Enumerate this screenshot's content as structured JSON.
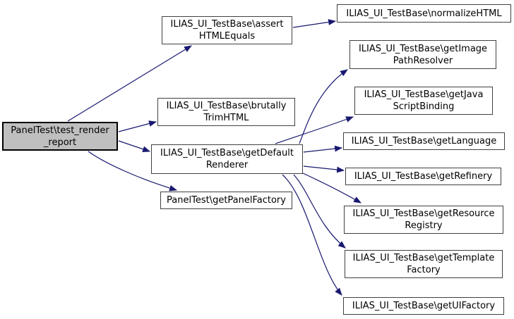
{
  "diagram": {
    "type": "call-graph",
    "background_color": "#ffffff",
    "edge_color": "#191970",
    "node_border_color": "#404040",
    "highlighted_node_fill": "#bfbfbf",
    "nodes": {
      "test_render_report": {
        "label": "PanelTest\\test_render_report",
        "lines": [
          "PanelTest\\test_render",
          "_report"
        ],
        "highlighted": true
      },
      "assertHTMLEquals": {
        "label": "ILIAS_UI_TestBase\\assertHTMLEquals",
        "lines": [
          "ILIAS_UI_TestBase\\assert",
          "HTMLEquals"
        ]
      },
      "brutallyTrimHTML": {
        "label": "ILIAS_UI_TestBase\\brutallyTrimHTML",
        "lines": [
          "ILIAS_UI_TestBase\\brutally",
          "TrimHTML"
        ]
      },
      "getDefaultRenderer": {
        "label": "ILIAS_UI_TestBase\\getDefaultRenderer",
        "lines": [
          "ILIAS_UI_TestBase\\getDefault",
          "Renderer"
        ]
      },
      "getPanelFactory": {
        "label": "PanelTest\\getPanelFactory",
        "lines": [
          "PanelTest\\getPanelFactory"
        ]
      },
      "normalizeHTML": {
        "label": "ILIAS_UI_TestBase\\normalizeHTML",
        "lines": [
          "ILIAS_UI_TestBase\\normalizeHTML"
        ]
      },
      "getImagePathResolver": {
        "label": "ILIAS_UI_TestBase\\getImagePathResolver",
        "lines": [
          "ILIAS_UI_TestBase\\getImage",
          "PathResolver"
        ]
      },
      "getJavaScriptBinding": {
        "label": "ILIAS_UI_TestBase\\getJavaScriptBinding",
        "lines": [
          "ILIAS_UI_TestBase\\getJava",
          "ScriptBinding"
        ]
      },
      "getLanguage": {
        "label": "ILIAS_UI_TestBase\\getLanguage",
        "lines": [
          "ILIAS_UI_TestBase\\getLanguage"
        ]
      },
      "getRefinery": {
        "label": "ILIAS_UI_TestBase\\getRefinery",
        "lines": [
          "ILIAS_UI_TestBase\\getRefinery"
        ]
      },
      "getResourceRegistry": {
        "label": "ILIAS_UI_TestBase\\getResourceRegistry",
        "lines": [
          "ILIAS_UI_TestBase\\getResource",
          "Registry"
        ]
      },
      "getTemplateFactory": {
        "label": "ILIAS_UI_TestBase\\getTemplateFactory",
        "lines": [
          "ILIAS_UI_TestBase\\getTemplate",
          "Factory"
        ]
      },
      "getUIFactory": {
        "label": "ILIAS_UI_TestBase\\getUIFactory",
        "lines": [
          "ILIAS_UI_TestBase\\getUIFactory"
        ]
      }
    },
    "edges": [
      {
        "from": "test_render_report",
        "to": "assertHTMLEquals"
      },
      {
        "from": "test_render_report",
        "to": "brutallyTrimHTML"
      },
      {
        "from": "test_render_report",
        "to": "getDefaultRenderer"
      },
      {
        "from": "test_render_report",
        "to": "getPanelFactory"
      },
      {
        "from": "assertHTMLEquals",
        "to": "normalizeHTML"
      },
      {
        "from": "getDefaultRenderer",
        "to": "getImagePathResolver"
      },
      {
        "from": "getDefaultRenderer",
        "to": "getJavaScriptBinding"
      },
      {
        "from": "getDefaultRenderer",
        "to": "getLanguage"
      },
      {
        "from": "getDefaultRenderer",
        "to": "getRefinery"
      },
      {
        "from": "getDefaultRenderer",
        "to": "getResourceRegistry"
      },
      {
        "from": "getDefaultRenderer",
        "to": "getTemplateFactory"
      },
      {
        "from": "getDefaultRenderer",
        "to": "getUIFactory"
      }
    ]
  }
}
